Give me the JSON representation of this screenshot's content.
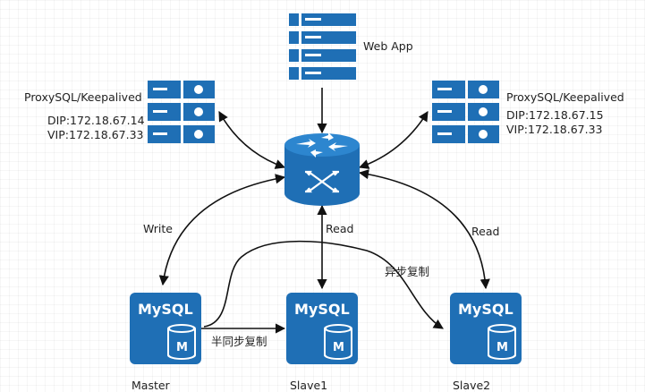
{
  "webapp": {
    "label": "Web App",
    "icon": "server-rack-icon"
  },
  "proxy_left": {
    "title": "ProxySQL/Keepalived",
    "dip": "DIP:172.18.67.14",
    "vip": "VIP:172.18.67.33",
    "icon": "server-rack-icon"
  },
  "proxy_right": {
    "title": "ProxySQL/Keepalived",
    "dip": "DIP:172.18.67.15",
    "vip": "VIP:172.18.67.33",
    "icon": "server-rack-icon"
  },
  "router": {
    "icon": "router-icon"
  },
  "edges": {
    "write": "Write",
    "read_center": "Read",
    "read_right": "Read",
    "semi_sync": "半同步复制",
    "async": "异步复制"
  },
  "nodes": {
    "master": {
      "name": "Master",
      "product": "MySQL",
      "badge": "M"
    },
    "slave1": {
      "name": "Slave1",
      "product": "MySQL",
      "badge": "M"
    },
    "slave2": {
      "name": "Slave2",
      "product": "MySQL",
      "badge": "M"
    }
  },
  "colors": {
    "primary_blue": "#1f6fb5",
    "dark_blue": "#155a96",
    "light_blue": "#2d86cf",
    "arrow": "#111111"
  }
}
